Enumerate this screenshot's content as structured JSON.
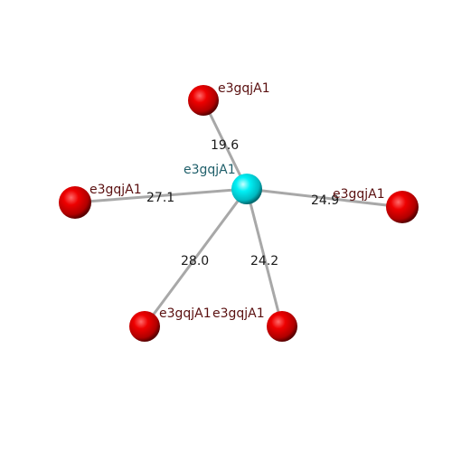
{
  "colors": {
    "background": "#ffffff",
    "center_node": "#00e5ee",
    "outer_node": "#e00000",
    "center_label": "#1f5f6a",
    "outer_label": "#5a1010",
    "edge": "#a8a8a8"
  },
  "center": {
    "label": "e3gqjA1"
  },
  "neighbors": [
    {
      "label": "e3gqjA1",
      "distance": "19.6"
    },
    {
      "label": "e3gqjA1",
      "distance": "27.1"
    },
    {
      "label": "e3gqjA1",
      "distance": "24.9"
    },
    {
      "label": "e3gqjA1",
      "distance": "28.0"
    },
    {
      "label": "e3gqjA1",
      "distance": "24.2"
    }
  ]
}
